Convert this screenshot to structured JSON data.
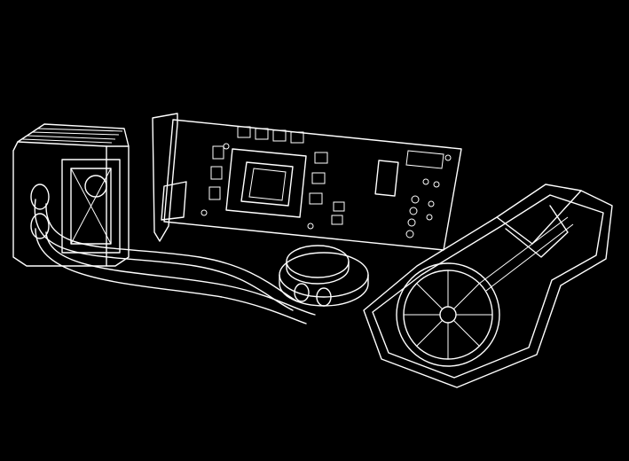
{
  "illustration": {
    "background_color": "#000000",
    "line_color": "#ffffff",
    "parts": [
      "radiator",
      "coolant-tubes",
      "pump-block",
      "graphics-card-pcb",
      "fan-shroud"
    ]
  }
}
